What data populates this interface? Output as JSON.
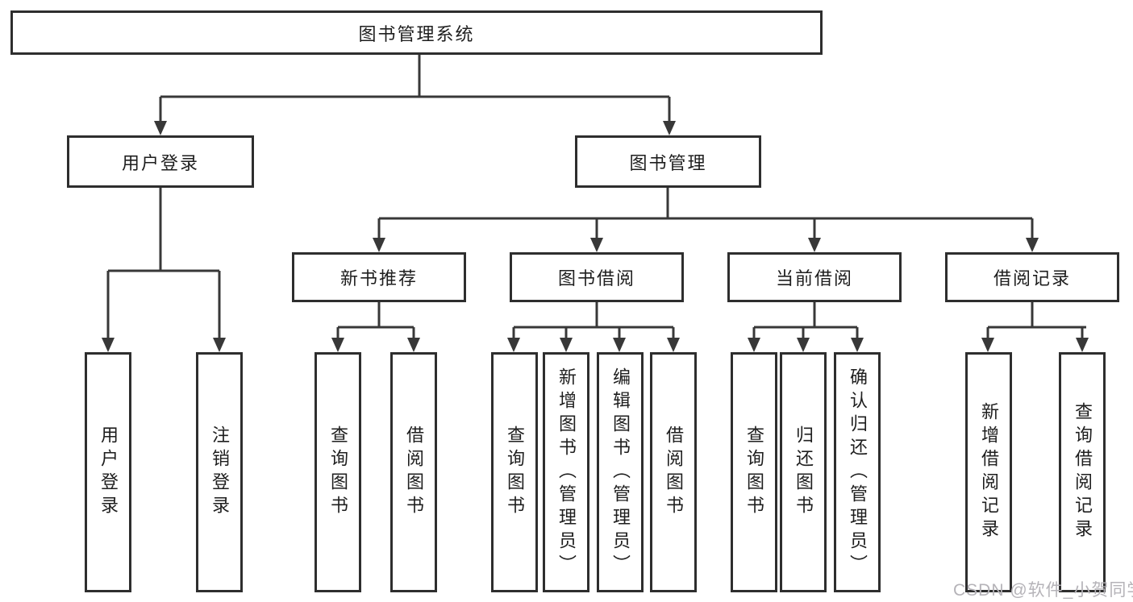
{
  "tree": {
    "root": {
      "label": "图书管理系统"
    },
    "children": [
      {
        "label": "用户登录",
        "children": [
          {
            "label": "用户登录"
          },
          {
            "label": "注销登录"
          }
        ]
      },
      {
        "label": "图书管理",
        "children": [
          {
            "label": "新书推荐",
            "children": [
              {
                "label": "查询图书"
              },
              {
                "label": "借阅图书"
              }
            ]
          },
          {
            "label": "图书借阅",
            "children": [
              {
                "label": "查询图书"
              },
              {
                "label": "新增图书（管理员）"
              },
              {
                "label": "编辑图书（管理员）"
              },
              {
                "label": "借阅图书"
              }
            ]
          },
          {
            "label": "当前借阅",
            "children": [
              {
                "label": "查询图书"
              },
              {
                "label": "归还图书"
              },
              {
                "label": "确认归还（管理员）"
              }
            ]
          },
          {
            "label": "借阅记录",
            "children": [
              {
                "label": "新增借阅记录"
              },
              {
                "label": "查询借阅记录"
              }
            ]
          }
        ]
      }
    ]
  },
  "watermark": {
    "text": "CSDN @软件_小贺同学",
    "color": "#b5b3b8"
  },
  "colors": {
    "background": "#ffffff",
    "line": "#383838",
    "box_border": "#2e2e2e",
    "text": "#1e1e1e"
  }
}
